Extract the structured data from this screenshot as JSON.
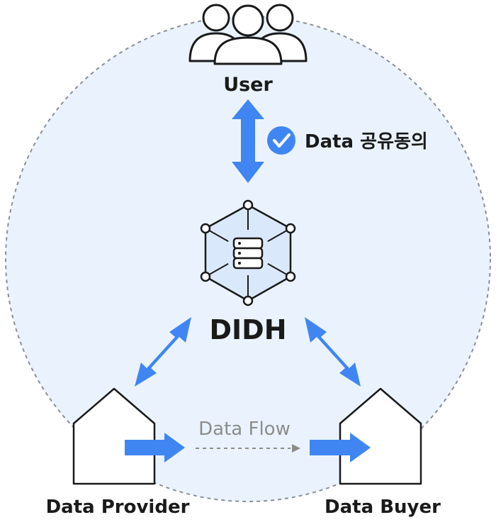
{
  "nodes": {
    "user": {
      "label": "User"
    },
    "hub": {
      "label": "DIDH"
    },
    "provider": {
      "label": "Data Provider"
    },
    "buyer": {
      "label": "Data Buyer"
    }
  },
  "consent": {
    "label": "Data 공유동의"
  },
  "flow": {
    "label": "Data Flow"
  },
  "colors": {
    "arrow": "#3f86f2",
    "circle_fill": "#eaf3fd",
    "circle_stroke": "#8a8f96",
    "hex_fill": "#d9e9fb",
    "text": "#1a1a1a",
    "flow_text": "#8c8c8c"
  }
}
